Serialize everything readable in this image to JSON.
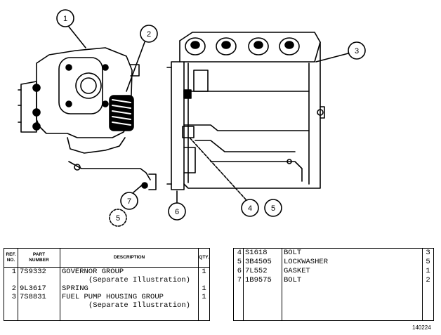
{
  "callouts": [
    "1",
    "2",
    "3",
    "4",
    "5",
    "6",
    "7",
    "5"
  ],
  "table_headers": {
    "ref": [
      "REF.",
      "NO."
    ],
    "part_number": [
      "PART",
      "NUMBER"
    ],
    "description": "DESCRIPTION",
    "qty": "QTY."
  },
  "parts_left": [
    {
      "ref": "1",
      "part_number": "7S9332",
      "description": "GOVERNOR GROUP",
      "qty": "1",
      "note": "(Separate Illustration)"
    },
    {
      "ref": "2",
      "part_number": "9L3617",
      "description": "SPRING",
      "qty": "1",
      "note": ""
    },
    {
      "ref": "3",
      "part_number": "7S8831",
      "description": "FUEL PUMP HOUSING GROUP",
      "qty": "1",
      "note": "(Separate Illustration)"
    }
  ],
  "parts_right": [
    {
      "ref": "4",
      "part_number": "S1618",
      "description": "BOLT",
      "qty": "3"
    },
    {
      "ref": "5",
      "part_number": "3B4505",
      "description": "LOCKWASHER",
      "qty": "5"
    },
    {
      "ref": "6",
      "part_number": "7L552",
      "description": "GASKET",
      "qty": "1"
    },
    {
      "ref": "7",
      "part_number": "1B9575",
      "description": "BOLT",
      "qty": "2"
    }
  ],
  "illustration_code": "140224"
}
